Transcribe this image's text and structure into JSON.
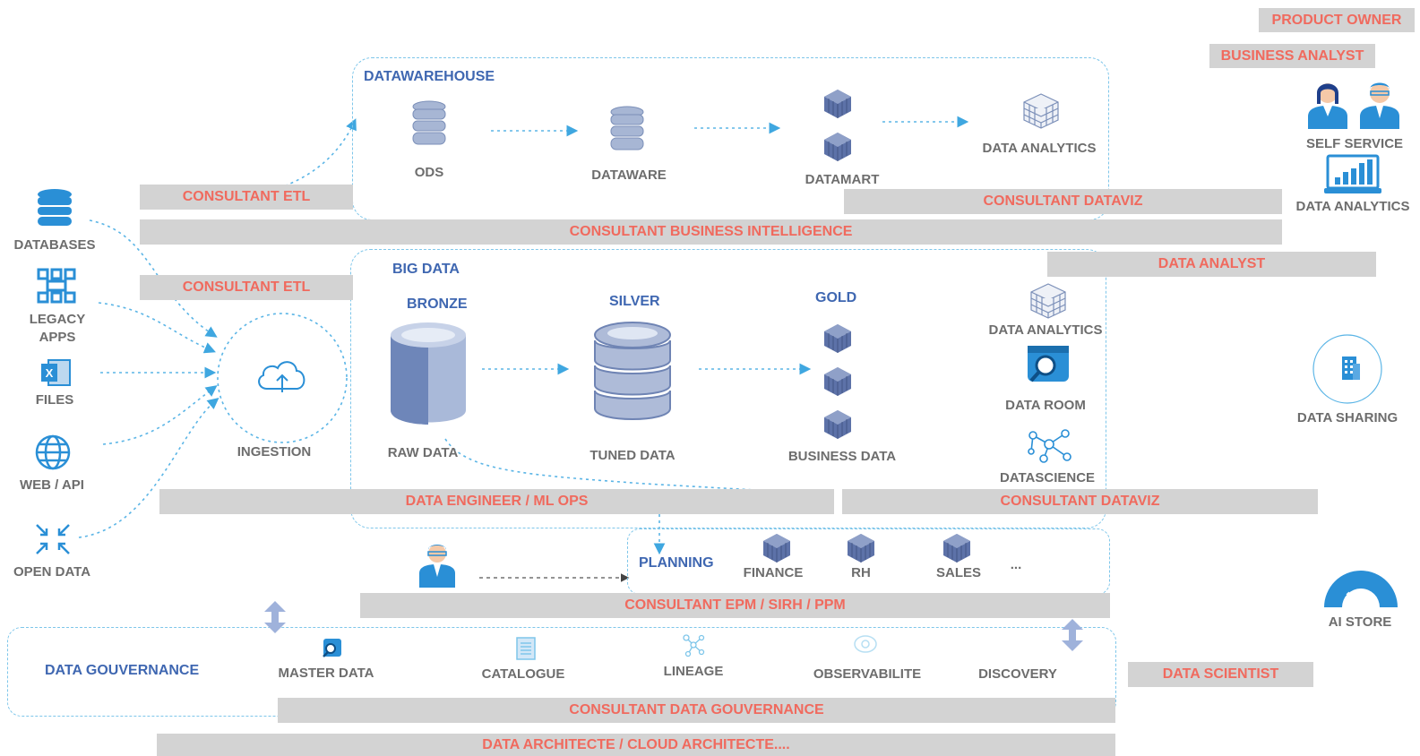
{
  "roles": {
    "product_owner": "PRODUCT OWNER",
    "business_analyst": "BUSINESS ANALYST",
    "consultant_etl_1": "CONSULTANT ETL",
    "consultant_dataviz_1": "CONSULTANT DATAVIZ",
    "consultant_bi": "CONSULTANT BUSINESS INTELLIGENCE",
    "data_analyst": "DATA ANALYST",
    "consultant_etl_2": "CONSULTANT ETL",
    "data_engineer": "DATA ENGINEER / ML OPS",
    "consultant_dataviz_2": "CONSULTANT DATAVIZ",
    "consultant_epm": "CONSULTANT EPM / SIRH / PPM",
    "data_scientist": "DATA SCIENTIST",
    "consultant_gouvernance": "CONSULTANT DATA GOUVERNANCE",
    "data_architecte": "DATA ARCHITECTE / CLOUD ARCHITECTE...."
  },
  "sources": {
    "databases": "DATABASES",
    "legacy_apps_1": "LEGACY",
    "legacy_apps_2": "APPS",
    "files": "FILES",
    "web_api": "WEB / API",
    "open_data": "OPEN DATA"
  },
  "ingestion": "INGESTION",
  "datawarehouse": {
    "title": "DATAWAREHOUSE",
    "ods": "ODS",
    "dataware": "DATAWARE",
    "datamart": "DATAMART",
    "data_analytics": "DATA ANALYTICS"
  },
  "bigdata": {
    "title": "BIG DATA",
    "bronze": "BRONZE",
    "silver": "SILVER",
    "gold": "GOLD",
    "raw_data": "RAW DATA",
    "tuned_data": "TUNED DATA",
    "business_data": "BUSINESS DATA",
    "data_analytics": "DATA ANALYTICS",
    "data_room": "DATA ROOM",
    "datascience": "DATASCIENCE"
  },
  "planning": {
    "title": "PLANNING",
    "finance": "FINANCE",
    "rh": "RH",
    "sales": "SALES",
    "more": "..."
  },
  "gouvernance": {
    "title": "DATA GOUVERNANCE",
    "master_data": "MASTER DATA",
    "catalogue": "CATALOGUE",
    "lineage": "LINEAGE",
    "observabilite": "OBSERVABILITE",
    "discovery": "DISCOVERY"
  },
  "right": {
    "self_service": "SELF SERVICE",
    "data_analytics": "DATA ANALYTICS",
    "data_sharing": "DATA SHARING",
    "ai_store": "AI STORE"
  },
  "colors": {
    "role_text": "#f06a5e",
    "role_bg": "#d3d3d3",
    "title_blue": "#3f67b1",
    "dash_line": "#5bb5e6",
    "icon_blue": "#2a8fd6"
  }
}
